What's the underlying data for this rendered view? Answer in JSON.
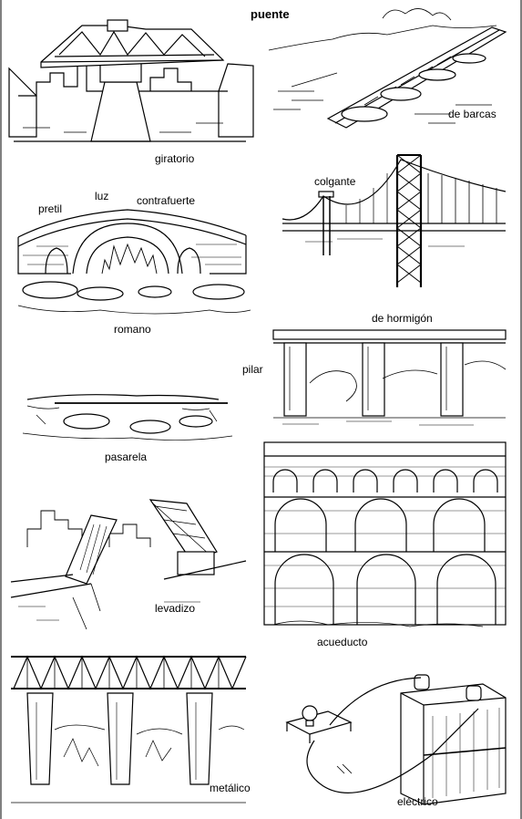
{
  "title": "puente",
  "labels": {
    "giratorio": "giratorio",
    "de_barcas": "de barcas",
    "pretil": "pretil",
    "luz": "luz",
    "contrafuerte": "contrafuerte",
    "colgante": "colgante",
    "romano": "romano",
    "de_hormigon": "de hormigón",
    "pilar": "pilar",
    "pasarela": "pasarela",
    "levadizo": "levadizo",
    "acueducto": "acueducto",
    "metalico": "metálico",
    "electrico": "eléctrico"
  }
}
